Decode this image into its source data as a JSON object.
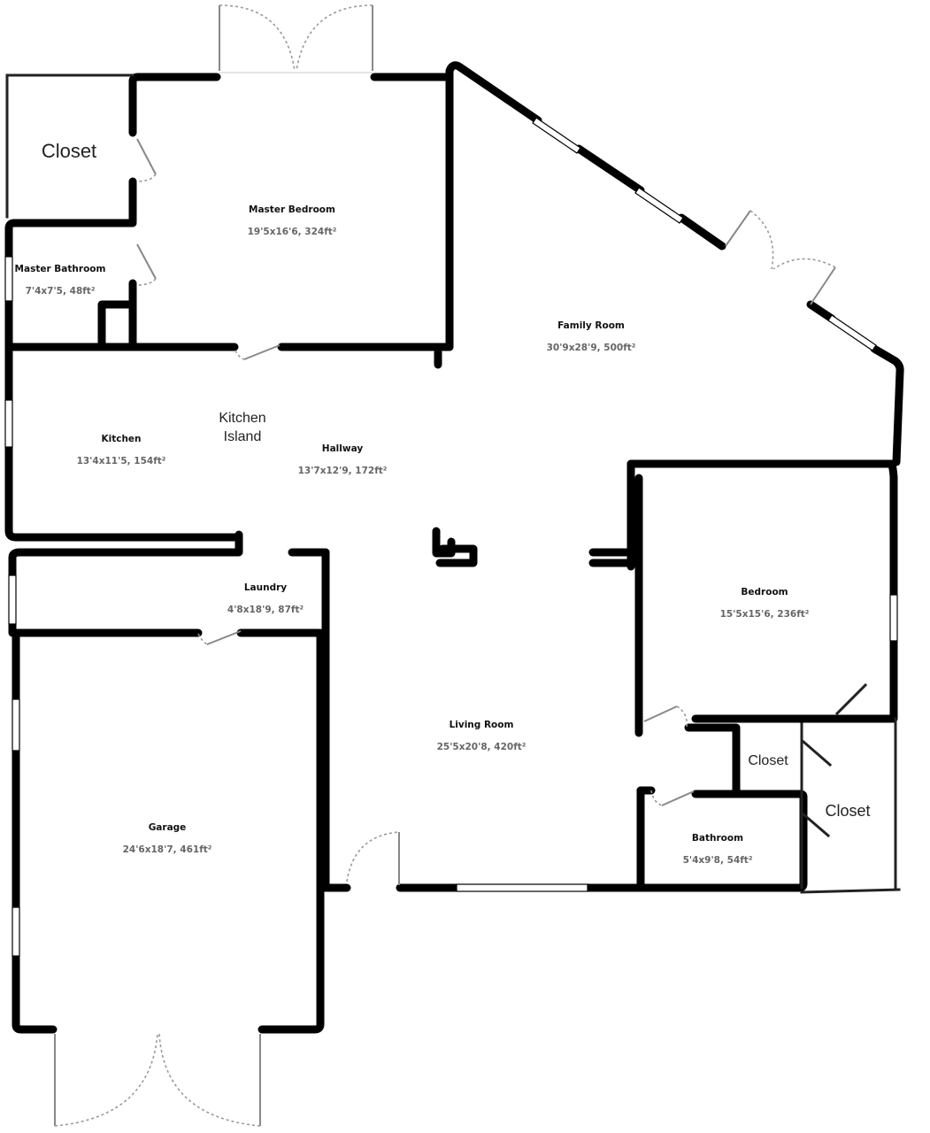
{
  "rooms": [
    {
      "id": "master-bedroom",
      "name": "Master Bedroom",
      "dims": "19'5x16'6, 324ft²"
    },
    {
      "id": "family-room",
      "name": "Family Room",
      "dims": "30'9x28'9, 500ft²"
    },
    {
      "id": "master-bathroom",
      "name": "Master Bathroom",
      "dims": "7'4x7'5, 48ft²"
    },
    {
      "id": "kitchen",
      "name": "Kitchen",
      "dims": "13'4x11'5, 154ft²"
    },
    {
      "id": "hallway",
      "name": "Hallway",
      "dims": "13'7x12'9, 172ft²"
    },
    {
      "id": "laundry",
      "name": "Laundry",
      "dims": "4'8x18'9, 87ft²"
    },
    {
      "id": "bedroom",
      "name": "Bedroom",
      "dims": "15'5x15'6, 236ft²"
    },
    {
      "id": "living-room",
      "name": "Living Room",
      "dims": "25'5x20'8, 420ft²"
    },
    {
      "id": "garage",
      "name": "Garage",
      "dims": "24'6x18'7, 461ft²"
    },
    {
      "id": "bathroom",
      "name": "Bathroom",
      "dims": "5'4x9'8, 54ft²"
    }
  ],
  "labels": {
    "closet_top": "Closet",
    "kitchen_island_line1": "Kitchen",
    "kitchen_island_line2": "Island",
    "closet_small": "Closet",
    "closet_right": "Closet"
  }
}
